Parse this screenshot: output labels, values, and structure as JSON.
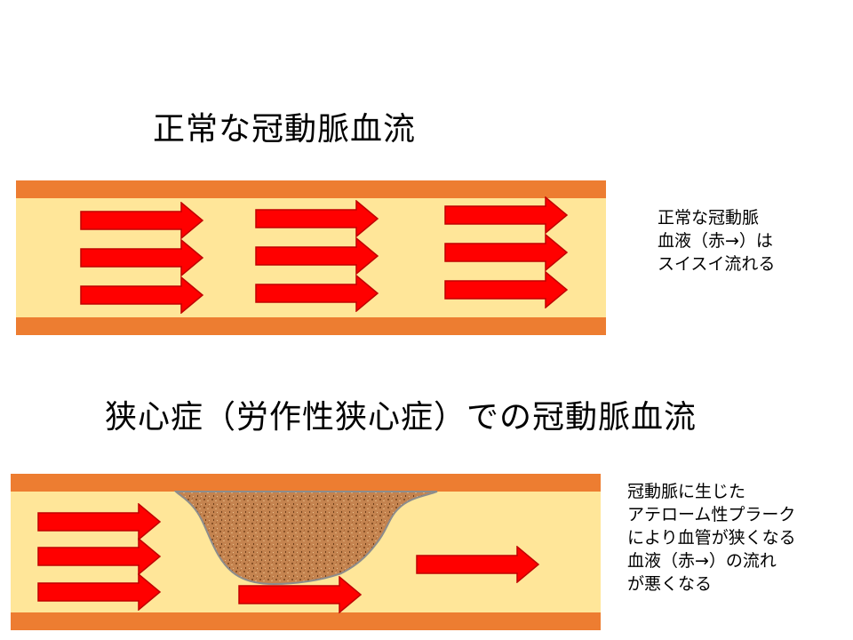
{
  "slide": {
    "normal": {
      "title": "正常な冠動脈血流",
      "note_lines": [
        "正常な冠動脈",
        "血液（赤→）は",
        "スイスイ流れる"
      ]
    },
    "angina": {
      "title": "狭心症（労作性狭心症）での冠動脈血流",
      "note_lines": [
        "冠動脈に生じた",
        "アテローム性プラーク",
        "により血管が狭くなる",
        "血液（赤→）の流れ",
        "が悪くなる"
      ]
    }
  },
  "colors": {
    "vessel_wall": "#ed7d31",
    "blood_lumen": "#ffe699",
    "blood_flow_arrow": "#ff0000",
    "plaque": "#c4834f"
  }
}
